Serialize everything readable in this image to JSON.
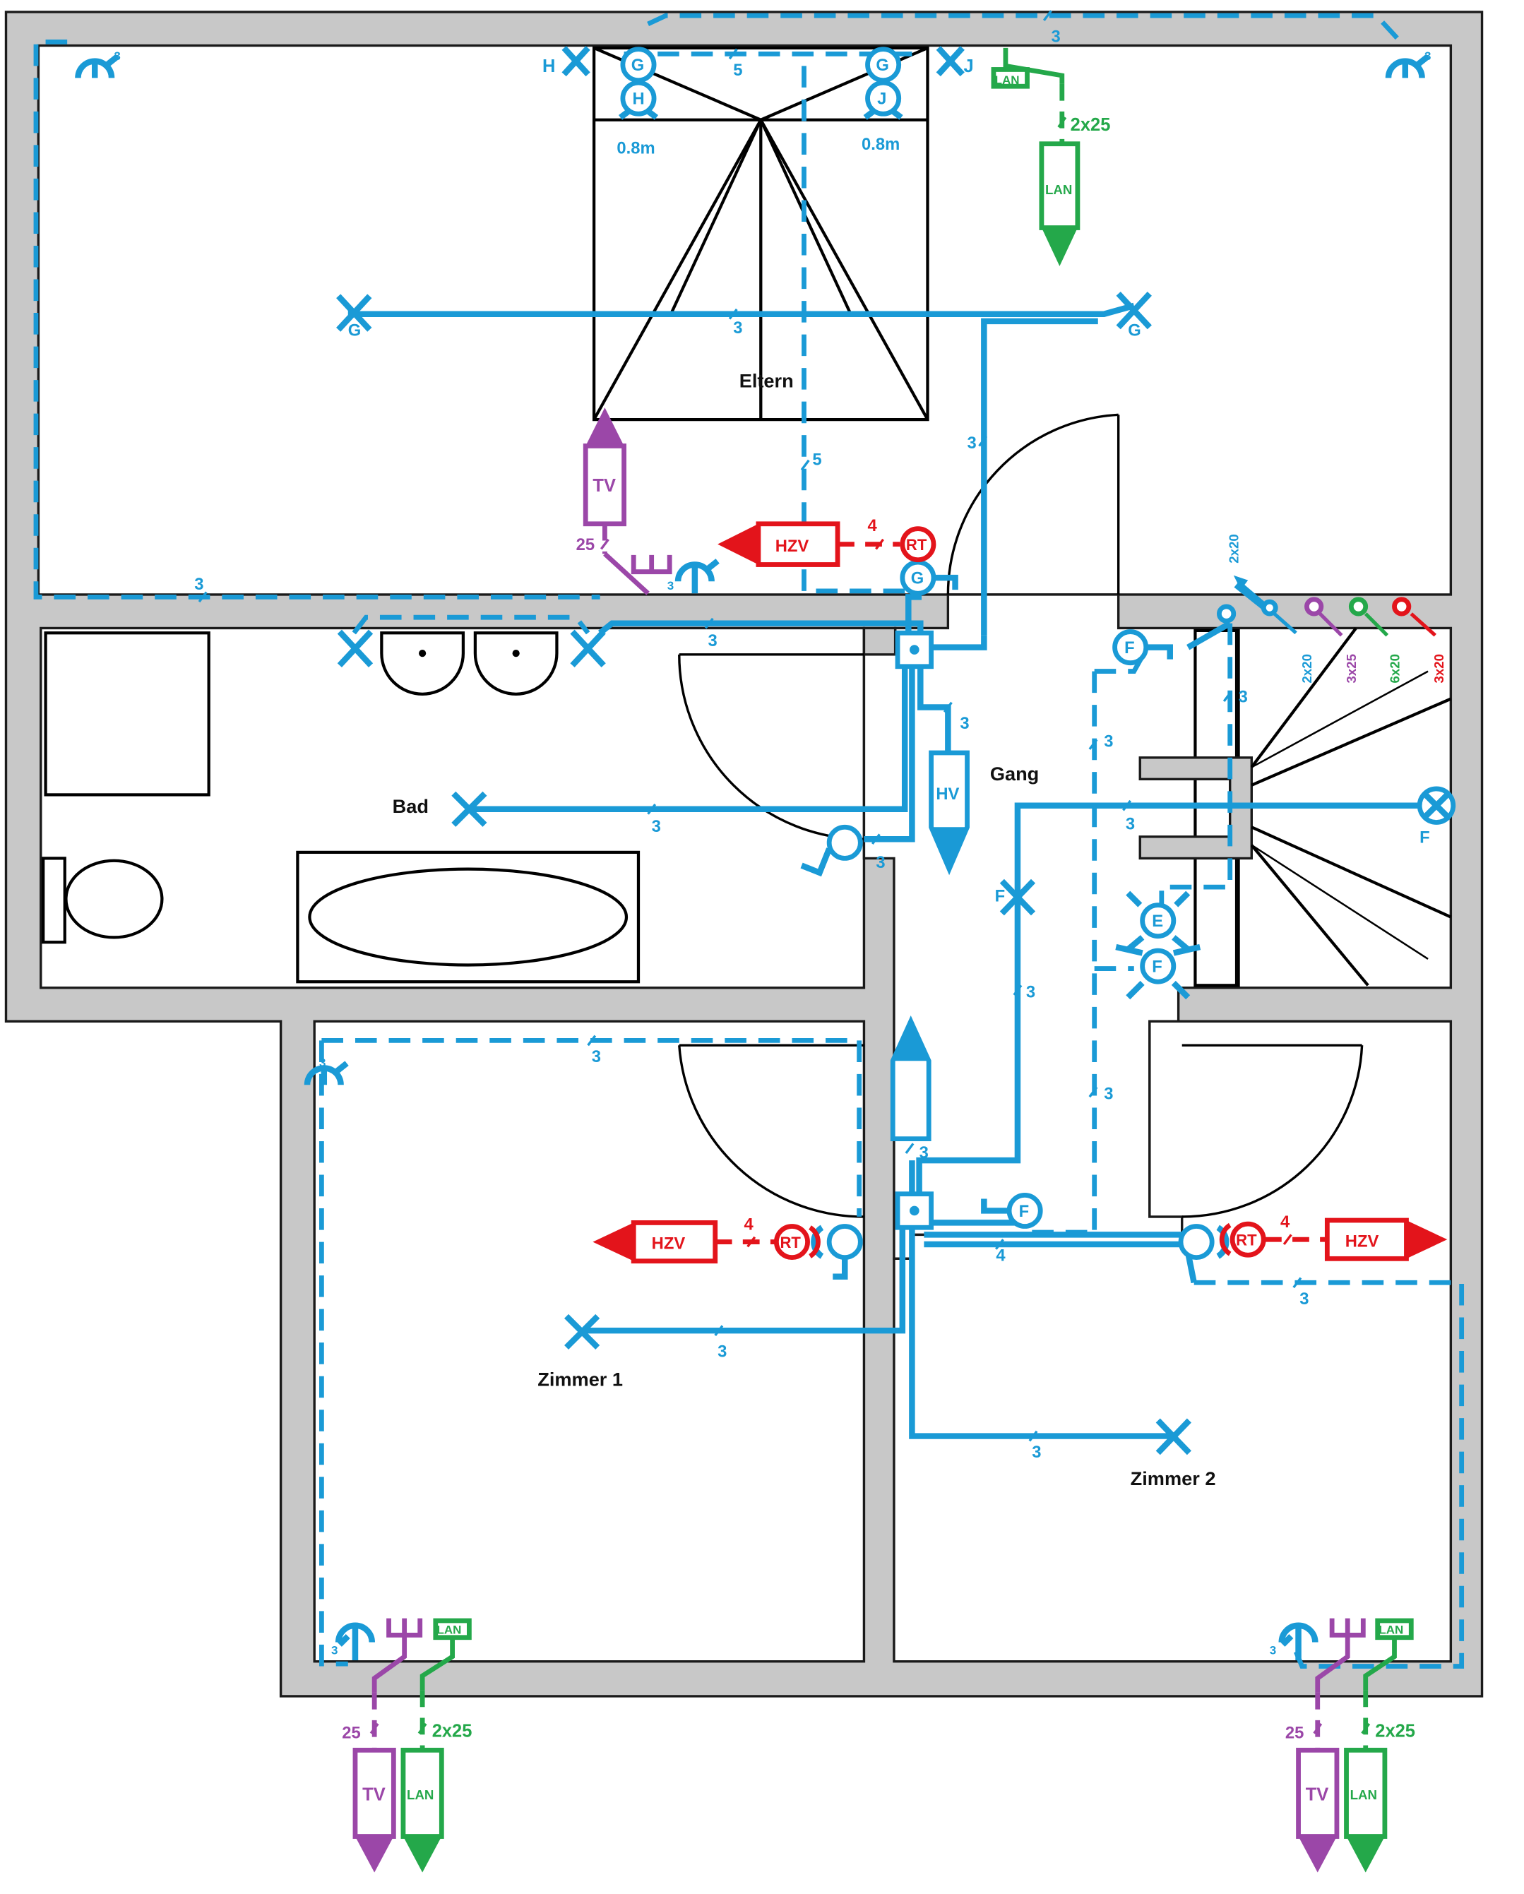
{
  "rooms": {
    "eltern": "Eltern",
    "bad": "Bad",
    "gang": "Gang",
    "zimmer1": "Zimmer 1",
    "zimmer2": "Zimmer 2"
  },
  "labels": {
    "three": "3",
    "four": "4",
    "five": "5",
    "twentyfive": "25",
    "two_x_25": "2x25",
    "height": "0.8m",
    "G": "G",
    "H": "H",
    "J": "J",
    "E": "E",
    "F": "F",
    "RT": "RT",
    "HZV": "HZV",
    "HV": "HV",
    "TV": "TV",
    "LAN": "LAN"
  },
  "stair_cables": {
    "c1": "2x20",
    "c2": "2x20",
    "c3": "3x25",
    "c4": "6x20",
    "c5": "3x20"
  },
  "colors": {
    "power": "#1a9ad6",
    "heating": "#e3141b",
    "network": "#24a84a",
    "tv": "#9b47a8",
    "wall": "#c8c8c8"
  }
}
